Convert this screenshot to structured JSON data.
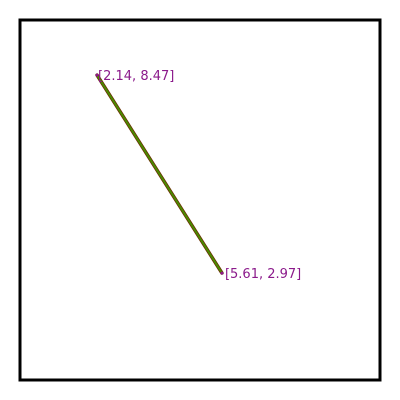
{
  "diagram": {
    "segment": {
      "start": {
        "x": 2.14,
        "y": 8.47,
        "label": "[2.14, 8.47]"
      },
      "end": {
        "x": 5.61,
        "y": 2.97,
        "label": "[5.61, 2.97]"
      },
      "line_color": "#4a8a00",
      "line_color_shadow": "#6a2d00"
    },
    "label_color": "#8b1a8b",
    "frame_color": "#000000"
  }
}
